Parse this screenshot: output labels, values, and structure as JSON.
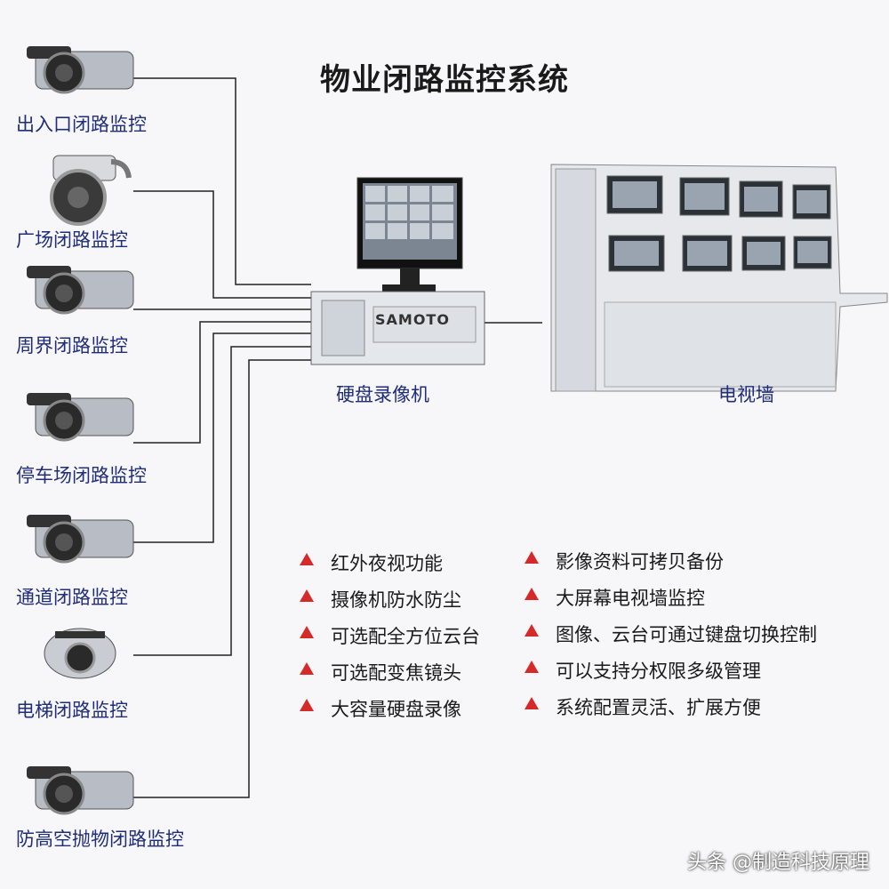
{
  "title": "物业闭路监控系统",
  "cameras": [
    {
      "label": "出入口闭路监控",
      "icon": "bullet-camera-icon"
    },
    {
      "label": "广场闭路监控",
      "icon": "dome-ptz-camera-icon"
    },
    {
      "label": "周界闭路监控",
      "icon": "bullet-camera-icon"
    },
    {
      "label": "停车场闭路监控",
      "icon": "bullet-camera-icon"
    },
    {
      "label": "通道闭路监控",
      "icon": "bullet-camera-icon"
    },
    {
      "label": "电梯闭路监控",
      "icon": "dome-camera-icon"
    },
    {
      "label": "防高空抛物闭路监控",
      "icon": "bullet-camera-icon"
    }
  ],
  "devices": {
    "recorder": {
      "label": "硬盘录像机",
      "icon": "dvr-recorder-icon",
      "brand_text": "SAMOTO"
    },
    "videowall": {
      "label": "电视墙",
      "icon": "video-wall-console-icon"
    }
  },
  "features_left": [
    "红外夜视功能",
    "摄像机防水防尘",
    "可选配全方位云台",
    "可选配变焦镜头",
    "大容量硬盘录像"
  ],
  "features_right": [
    "影像资料可拷贝备份",
    "大屏幕电视墙监控",
    "图像、云台可通过键盘切换控制",
    "可以支持分权限多级管理",
    "系统配置灵活、扩展方便"
  ],
  "watermark": "头条 @制造科技原理",
  "colors": {
    "label_blue": "#1f2d7a",
    "bullet_red": "#d42a2a",
    "line": "#222222"
  }
}
